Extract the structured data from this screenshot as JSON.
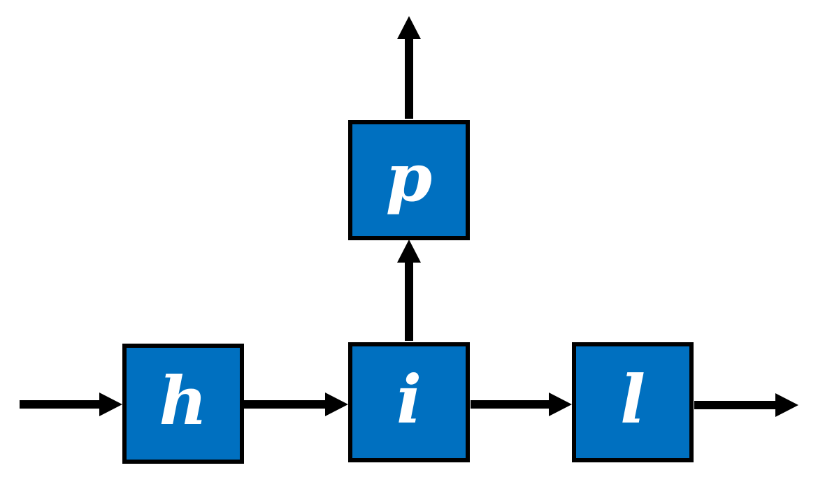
{
  "diagram": {
    "type": "block-diagram",
    "background_color": "#ffffff",
    "node_fill_color": "#0070C0",
    "node_border_color": "#000000",
    "node_label_color": "#ffffff",
    "arrow_color": "#000000",
    "nodes": [
      {
        "id": "h",
        "label": "h",
        "position": "bottom-left"
      },
      {
        "id": "i",
        "label": "i",
        "position": "bottom-center"
      },
      {
        "id": "l",
        "label": "l",
        "position": "bottom-right"
      },
      {
        "id": "p",
        "label": "p",
        "position": "top-center"
      }
    ],
    "edges": [
      {
        "from": "external-input",
        "to": "h",
        "direction": "right"
      },
      {
        "from": "h",
        "to": "i",
        "direction": "right"
      },
      {
        "from": "i",
        "to": "l",
        "direction": "right"
      },
      {
        "from": "i",
        "to": "p",
        "direction": "up"
      },
      {
        "from": "l",
        "to": "external-output",
        "direction": "right"
      },
      {
        "from": "p",
        "to": "external-output",
        "direction": "up"
      }
    ]
  }
}
